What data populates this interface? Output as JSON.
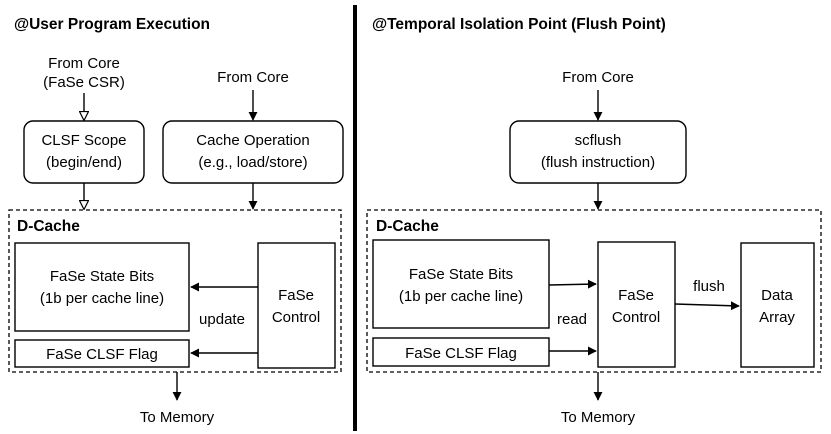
{
  "left": {
    "title": "@User Program Execution",
    "from_core_csr": [
      "From Core",
      "(FaSe CSR)"
    ],
    "from_core": "From Core",
    "clsf_scope": [
      "CLSF Scope",
      "(begin/end)"
    ],
    "cache_operation": [
      "Cache Operation",
      "(e.g., load/store)"
    ],
    "dcache_label": "D-Cache",
    "state_bits": [
      "FaSe State Bits",
      "(1b per cache line)"
    ],
    "clsf_flag": "FaSe CLSF Flag",
    "control": [
      "FaSe",
      "Control"
    ],
    "update_label": "update",
    "to_memory": "To Memory"
  },
  "right": {
    "title": "@Temporal Isolation Point (Flush Point)",
    "from_core": "From Core",
    "scflush": [
      "scflush",
      "(flush instruction)"
    ],
    "dcache_label": "D-Cache",
    "state_bits": [
      "FaSe State Bits",
      "(1b per cache line)"
    ],
    "clsf_flag": "FaSe CLSF Flag",
    "control": [
      "FaSe",
      "Control"
    ],
    "read_label": "read",
    "flush_label": "flush",
    "data_array": [
      "Data",
      "Array"
    ],
    "to_memory": "To Memory"
  }
}
